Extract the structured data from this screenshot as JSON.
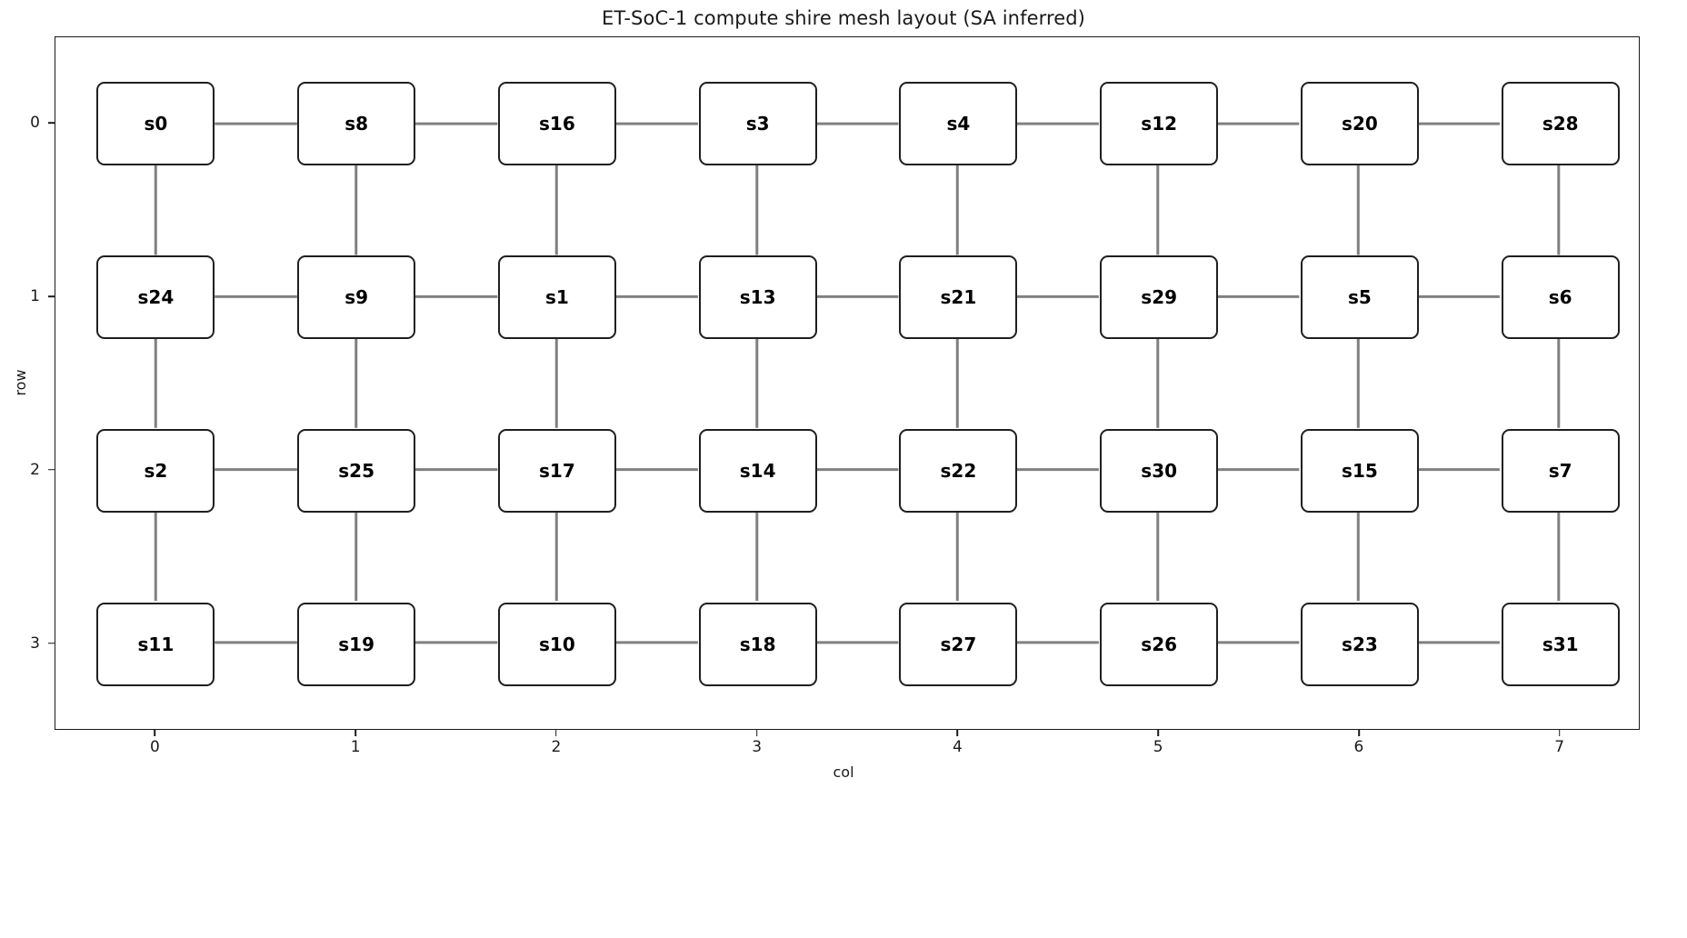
{
  "chart_data": {
    "type": "diagram",
    "title": "ET-SoC-1 compute shire mesh layout (SA inferred)",
    "xlabel": "col",
    "ylabel": "row",
    "xticks": [
      "0",
      "1",
      "2",
      "3",
      "4",
      "5",
      "6",
      "7"
    ],
    "yticks": [
      "0",
      "1",
      "2",
      "3"
    ],
    "xlim": [
      -0.5,
      7.4
    ],
    "ylim": [
      3.5,
      -0.5
    ],
    "grid": false,
    "legend": null,
    "node_style": {
      "fill": "#ffffff",
      "edge_color": "#1f1f1f",
      "text_color": "#000000",
      "link_color": "#808080"
    },
    "rows": [
      {
        "row": 0,
        "labels": [
          "s0",
          "s8",
          "s16",
          "s3",
          "s4",
          "s12",
          "s20",
          "s28"
        ]
      },
      {
        "row": 1,
        "labels": [
          "s24",
          "s9",
          "s1",
          "s13",
          "s21",
          "s29",
          "s5",
          "s6"
        ]
      },
      {
        "row": 2,
        "labels": [
          "s2",
          "s25",
          "s17",
          "s14",
          "s22",
          "s30",
          "s15",
          "s7"
        ]
      },
      {
        "row": 3,
        "labels": [
          "s11",
          "s19",
          "s10",
          "s18",
          "s27",
          "s26",
          "s23",
          "s31"
        ]
      }
    ],
    "nodes": [
      {
        "label": "s0",
        "row": 0,
        "col": 0
      },
      {
        "label": "s8",
        "row": 0,
        "col": 1
      },
      {
        "label": "s16",
        "row": 0,
        "col": 2
      },
      {
        "label": "s3",
        "row": 0,
        "col": 3
      },
      {
        "label": "s4",
        "row": 0,
        "col": 4
      },
      {
        "label": "s12",
        "row": 0,
        "col": 5
      },
      {
        "label": "s20",
        "row": 0,
        "col": 6
      },
      {
        "label": "s28",
        "row": 0,
        "col": 7
      },
      {
        "label": "s24",
        "row": 1,
        "col": 0
      },
      {
        "label": "s9",
        "row": 1,
        "col": 1
      },
      {
        "label": "s1",
        "row": 1,
        "col": 2
      },
      {
        "label": "s13",
        "row": 1,
        "col": 3
      },
      {
        "label": "s21",
        "row": 1,
        "col": 4
      },
      {
        "label": "s29",
        "row": 1,
        "col": 5
      },
      {
        "label": "s5",
        "row": 1,
        "col": 6
      },
      {
        "label": "s6",
        "row": 1,
        "col": 7
      },
      {
        "label": "s2",
        "row": 2,
        "col": 0
      },
      {
        "label": "s25",
        "row": 2,
        "col": 1
      },
      {
        "label": "s17",
        "row": 2,
        "col": 2
      },
      {
        "label": "s14",
        "row": 2,
        "col": 3
      },
      {
        "label": "s22",
        "row": 2,
        "col": 4
      },
      {
        "label": "s30",
        "row": 2,
        "col": 5
      },
      {
        "label": "s15",
        "row": 2,
        "col": 6
      },
      {
        "label": "s7",
        "row": 2,
        "col": 7
      },
      {
        "label": "s11",
        "row": 3,
        "col": 0
      },
      {
        "label": "s19",
        "row": 3,
        "col": 1
      },
      {
        "label": "s10",
        "row": 3,
        "col": 2
      },
      {
        "label": "s18",
        "row": 3,
        "col": 3
      },
      {
        "label": "s27",
        "row": 3,
        "col": 4
      },
      {
        "label": "s26",
        "row": 3,
        "col": 5
      },
      {
        "label": "s23",
        "row": 3,
        "col": 6
      },
      {
        "label": "s31",
        "row": 3,
        "col": 7
      }
    ]
  }
}
